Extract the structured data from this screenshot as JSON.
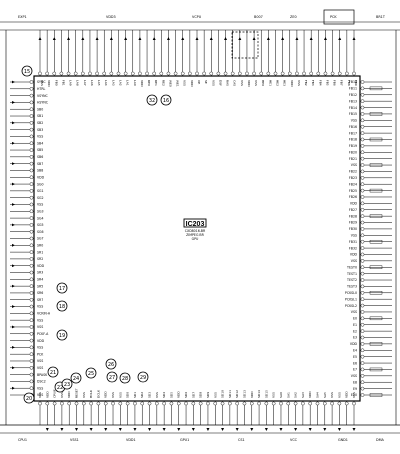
{
  "chip": {
    "ref": "IC203",
    "part": "CXD8016-BR",
    "subtitle": "ZIMPEG BR",
    "function": "GPU"
  },
  "callouts": [
    "15",
    "17",
    "18",
    "19",
    "16",
    "20",
    "21",
    "22",
    "23",
    "24",
    "25",
    "26",
    "27",
    "28",
    "29",
    "32"
  ],
  "left_pins": [
    "SYNC",
    "HTRL",
    "VSYNC",
    "HSYNC",
    "SB0",
    "SB1",
    "SB2",
    "SB3",
    "VSS",
    "SB4",
    "SB5",
    "SB6",
    "SB7",
    "SB8",
    "VDD",
    "SG0",
    "SG1",
    "SG2",
    "VSS",
    "SG3",
    "SG4",
    "SG5",
    "SG6",
    "SG7",
    "SR0",
    "SR1",
    "SR2",
    "VDD",
    "SR3",
    "SR4",
    "SR5",
    "SR6",
    "SR7",
    "VSS",
    "VCKIN-A",
    "VSS",
    "VSS",
    "PCKF-A",
    "VDD",
    "VSS",
    "PCK",
    "VSS",
    "VSS",
    "BPASK",
    "DSC2",
    "VSS",
    "VSS"
  ],
  "right_pins": [
    "FB10",
    "FB11",
    "FB12",
    "FB13",
    "FB14",
    "FB15",
    "VSS",
    "FB16",
    "FB17",
    "FB18",
    "FB19",
    "FB20",
    "FB21",
    "VSS",
    "FB22",
    "FB23",
    "FB24",
    "FB25",
    "FB26",
    "VDD",
    "FB27",
    "FB28",
    "FB29",
    "FB30",
    "VSS",
    "FB31",
    "FB32",
    "VDD",
    "VSS",
    "TEST0",
    "TEST1",
    "TEST2",
    "TEST3",
    "PCKSL0",
    "PCKSL1",
    "PCKSL2",
    "VSS",
    "E0",
    "E1",
    "E2",
    "E3",
    "VDD",
    "E4",
    "E5",
    "E6",
    "E7",
    "VSS",
    "E8",
    "E9",
    "E10"
  ],
  "top_pins": [
    "VSS",
    "VDD",
    "FB0",
    "FB1",
    "LA9",
    "LA8",
    "LA7",
    "LA6",
    "LA5",
    "LA4",
    "LA3",
    "LA2",
    "LA1",
    "LA0",
    "VDD",
    "RE0",
    "RE1",
    "RE2",
    "WE0",
    "WE1",
    "VSS",
    "VDD",
    "OE",
    "SE",
    "VSS",
    "DSF",
    "RAS",
    "CAS",
    "VSS",
    "VDD",
    "VSS",
    "HE0",
    "HE1",
    "HE2",
    "HE3",
    "VDD",
    "VSS",
    "FB2",
    "FB3",
    "FB4",
    "FB5",
    "FB6",
    "FB7",
    "FB8",
    "FB9"
  ],
  "bottom_pins": [
    "VSS",
    "VDD",
    "CPUIF",
    "VSS",
    "VDD",
    "RESET",
    "VSS",
    "HCLK",
    "DCLK",
    "VDD",
    "VSS",
    "VSS",
    "SD0",
    "SD1",
    "SD2",
    "SD3",
    "VSS",
    "SD4",
    "SD5",
    "VDD",
    "SD6",
    "SD7",
    "SD8",
    "SD9",
    "VSS",
    "SD10",
    "SD11",
    "SD12",
    "SD13",
    "VDD",
    "SD14",
    "SD15",
    "VSS",
    "SA0",
    "SA1",
    "SA2",
    "SA3",
    "VDD",
    "SA4",
    "SA5",
    "VSS",
    "VSS",
    "VDD",
    "VSS"
  ],
  "top_labels": [
    "EXP1",
    "VDD3",
    "VCPU",
    "B007",
    "ZE0",
    "PCK",
    "BR1T"
  ],
  "bottom_labels": [
    "CPU1",
    "VSS1",
    "VDD1",
    "GPU1",
    "CS1",
    "VCC",
    "GND1",
    "DMA"
  ]
}
